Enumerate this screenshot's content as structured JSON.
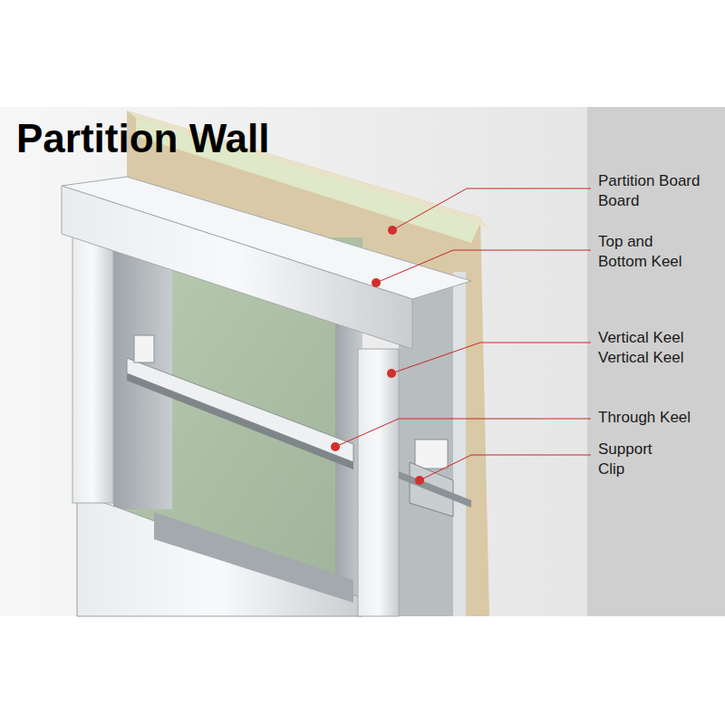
{
  "diagram": {
    "title": "Partition Wall",
    "labels": [
      "Partition Board Board",
      "Top and Bottom Keel",
      "Vertical Keel Vertical Keel",
      "Through Keel",
      "Support Clip"
    ]
  }
}
